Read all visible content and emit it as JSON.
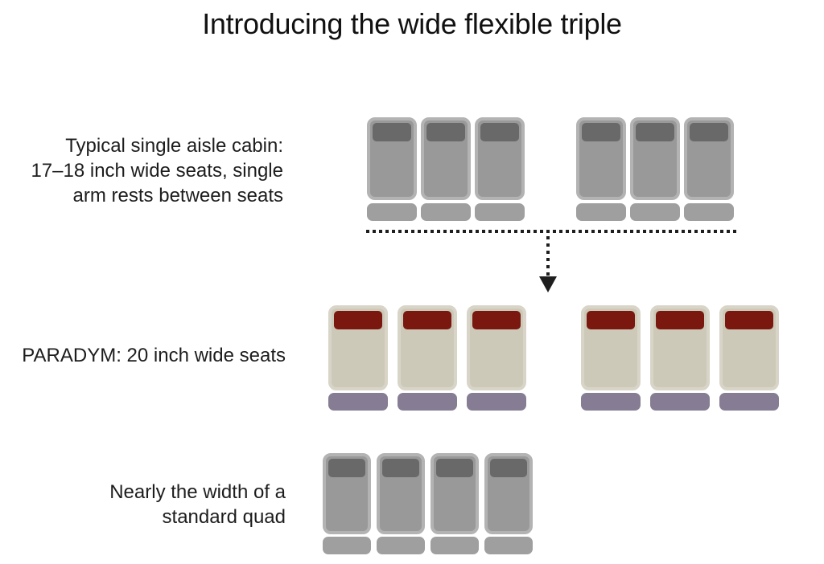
{
  "page": {
    "title": "Introducing the wide flexible triple",
    "background": "#ffffff"
  },
  "diagram": {
    "rows": [
      {
        "name": "typical-triple",
        "label": "Typical single aisle cabin:\n17–18 inch wide seats, single\narm rests between seats",
        "style": "gray",
        "groups": [
          3,
          3
        ]
      },
      {
        "name": "paradym",
        "label": "PARADYM: 20 inch wide seats",
        "style": "paradym",
        "groups": [
          3,
          3
        ]
      },
      {
        "name": "quad",
        "label": "Nearly the width of a\nstandard quad",
        "style": "gray",
        "groups": [
          4
        ]
      }
    ],
    "arrow": {
      "direction": "down"
    }
  },
  "colors": {
    "text": "#1d1d1d",
    "line": "#1e1e1e",
    "seat_gray_border": "#b3b3b3",
    "seat_gray_body": "#999999",
    "seat_gray_headrest": "#696969",
    "seat_gray_cushion": "#9f9f9f",
    "seat_cream_border": "#d8d5c8",
    "seat_cream_body": "#cdc9b9",
    "seat_red_headrest": "#7a170f",
    "seat_purple_cushion": "#867c93"
  }
}
